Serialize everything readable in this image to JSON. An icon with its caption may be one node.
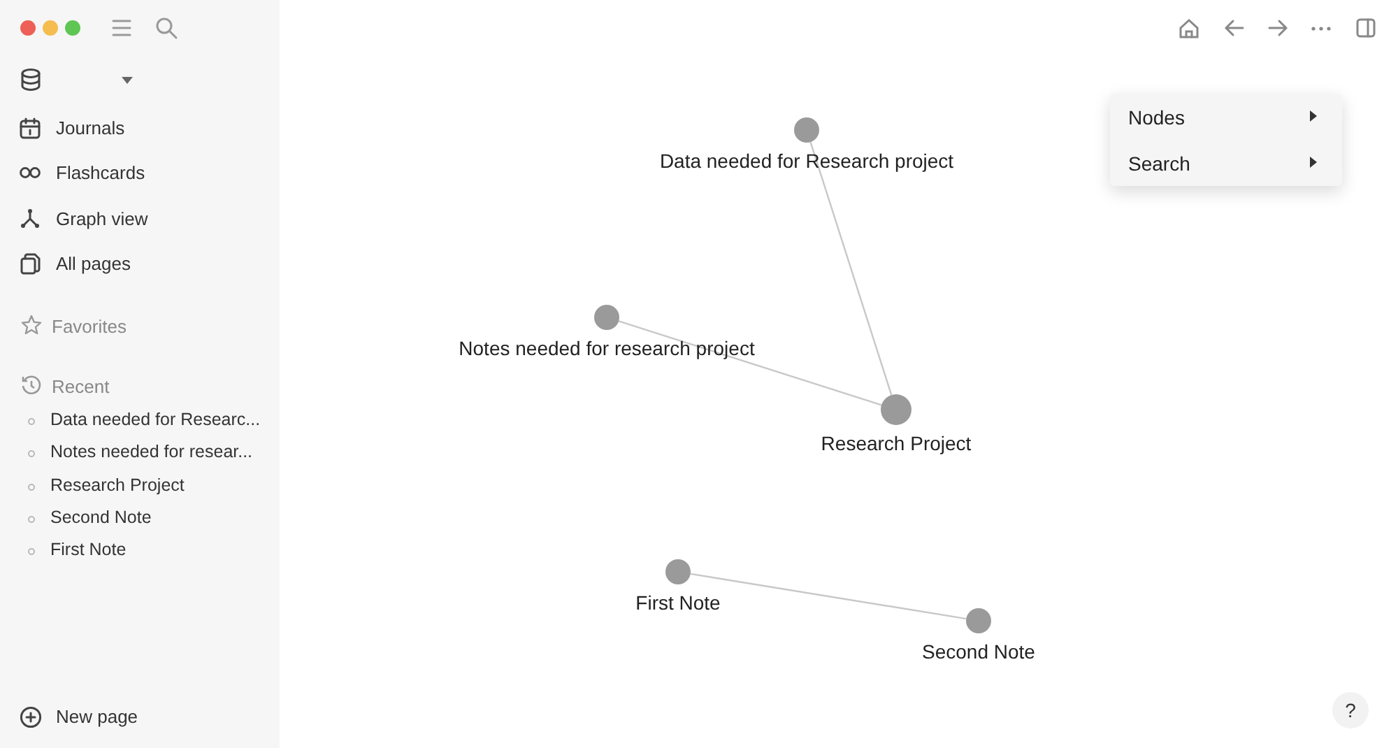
{
  "diagram": {
    "nodes": [
      {
        "text": [
          "Data needed for Research project"
        ]
      },
      {
        "text": [
          "Notes needed for research project"
        ]
      },
      {
        "text": [
          "Research Project"
        ]
      },
      {
        "text": [
          "First Note"
        ]
      },
      {
        "text": [
          "Second Note"
        ]
      }
    ],
    "edges": [
      {
        "from": 0,
        "to": 2,
        "arrow": "none"
      },
      {
        "from": 1,
        "to": 2,
        "arrow": "none"
      },
      {
        "from": 3,
        "to": 4,
        "arrow": "none"
      }
    ],
    "labels": [
      "Journals",
      "Flashcards",
      "Graph view",
      "All pages",
      "Favorites",
      "Recent",
      "Data needed for Researc...",
      "Notes needed for resear...",
      "Research Project",
      "Second Note",
      "First Note",
      "New page",
      "Nodes",
      "Search",
      "?"
    ]
  }
}
